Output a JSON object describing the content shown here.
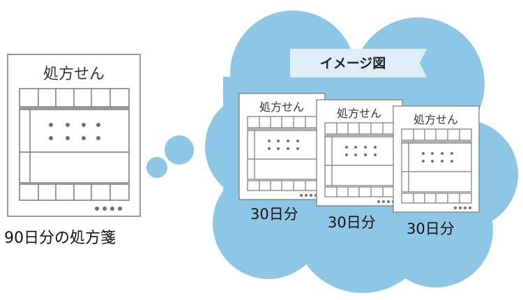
{
  "main_prescription": {
    "title": "処方せん",
    "caption": "90日分の処方箋"
  },
  "image_banner": {
    "label": "イメージ図"
  },
  "small_prescriptions": [
    {
      "title": "処方せん",
      "caption": "30日分"
    },
    {
      "title": "処方せん",
      "caption": "30日分"
    },
    {
      "title": "処方せん",
      "caption": "30日分"
    }
  ],
  "colors": {
    "cloud": "#8ec6e5",
    "banner": "#deeef8",
    "document_border": "#777777",
    "dots": "#707070",
    "paper": "#ffffff"
  }
}
